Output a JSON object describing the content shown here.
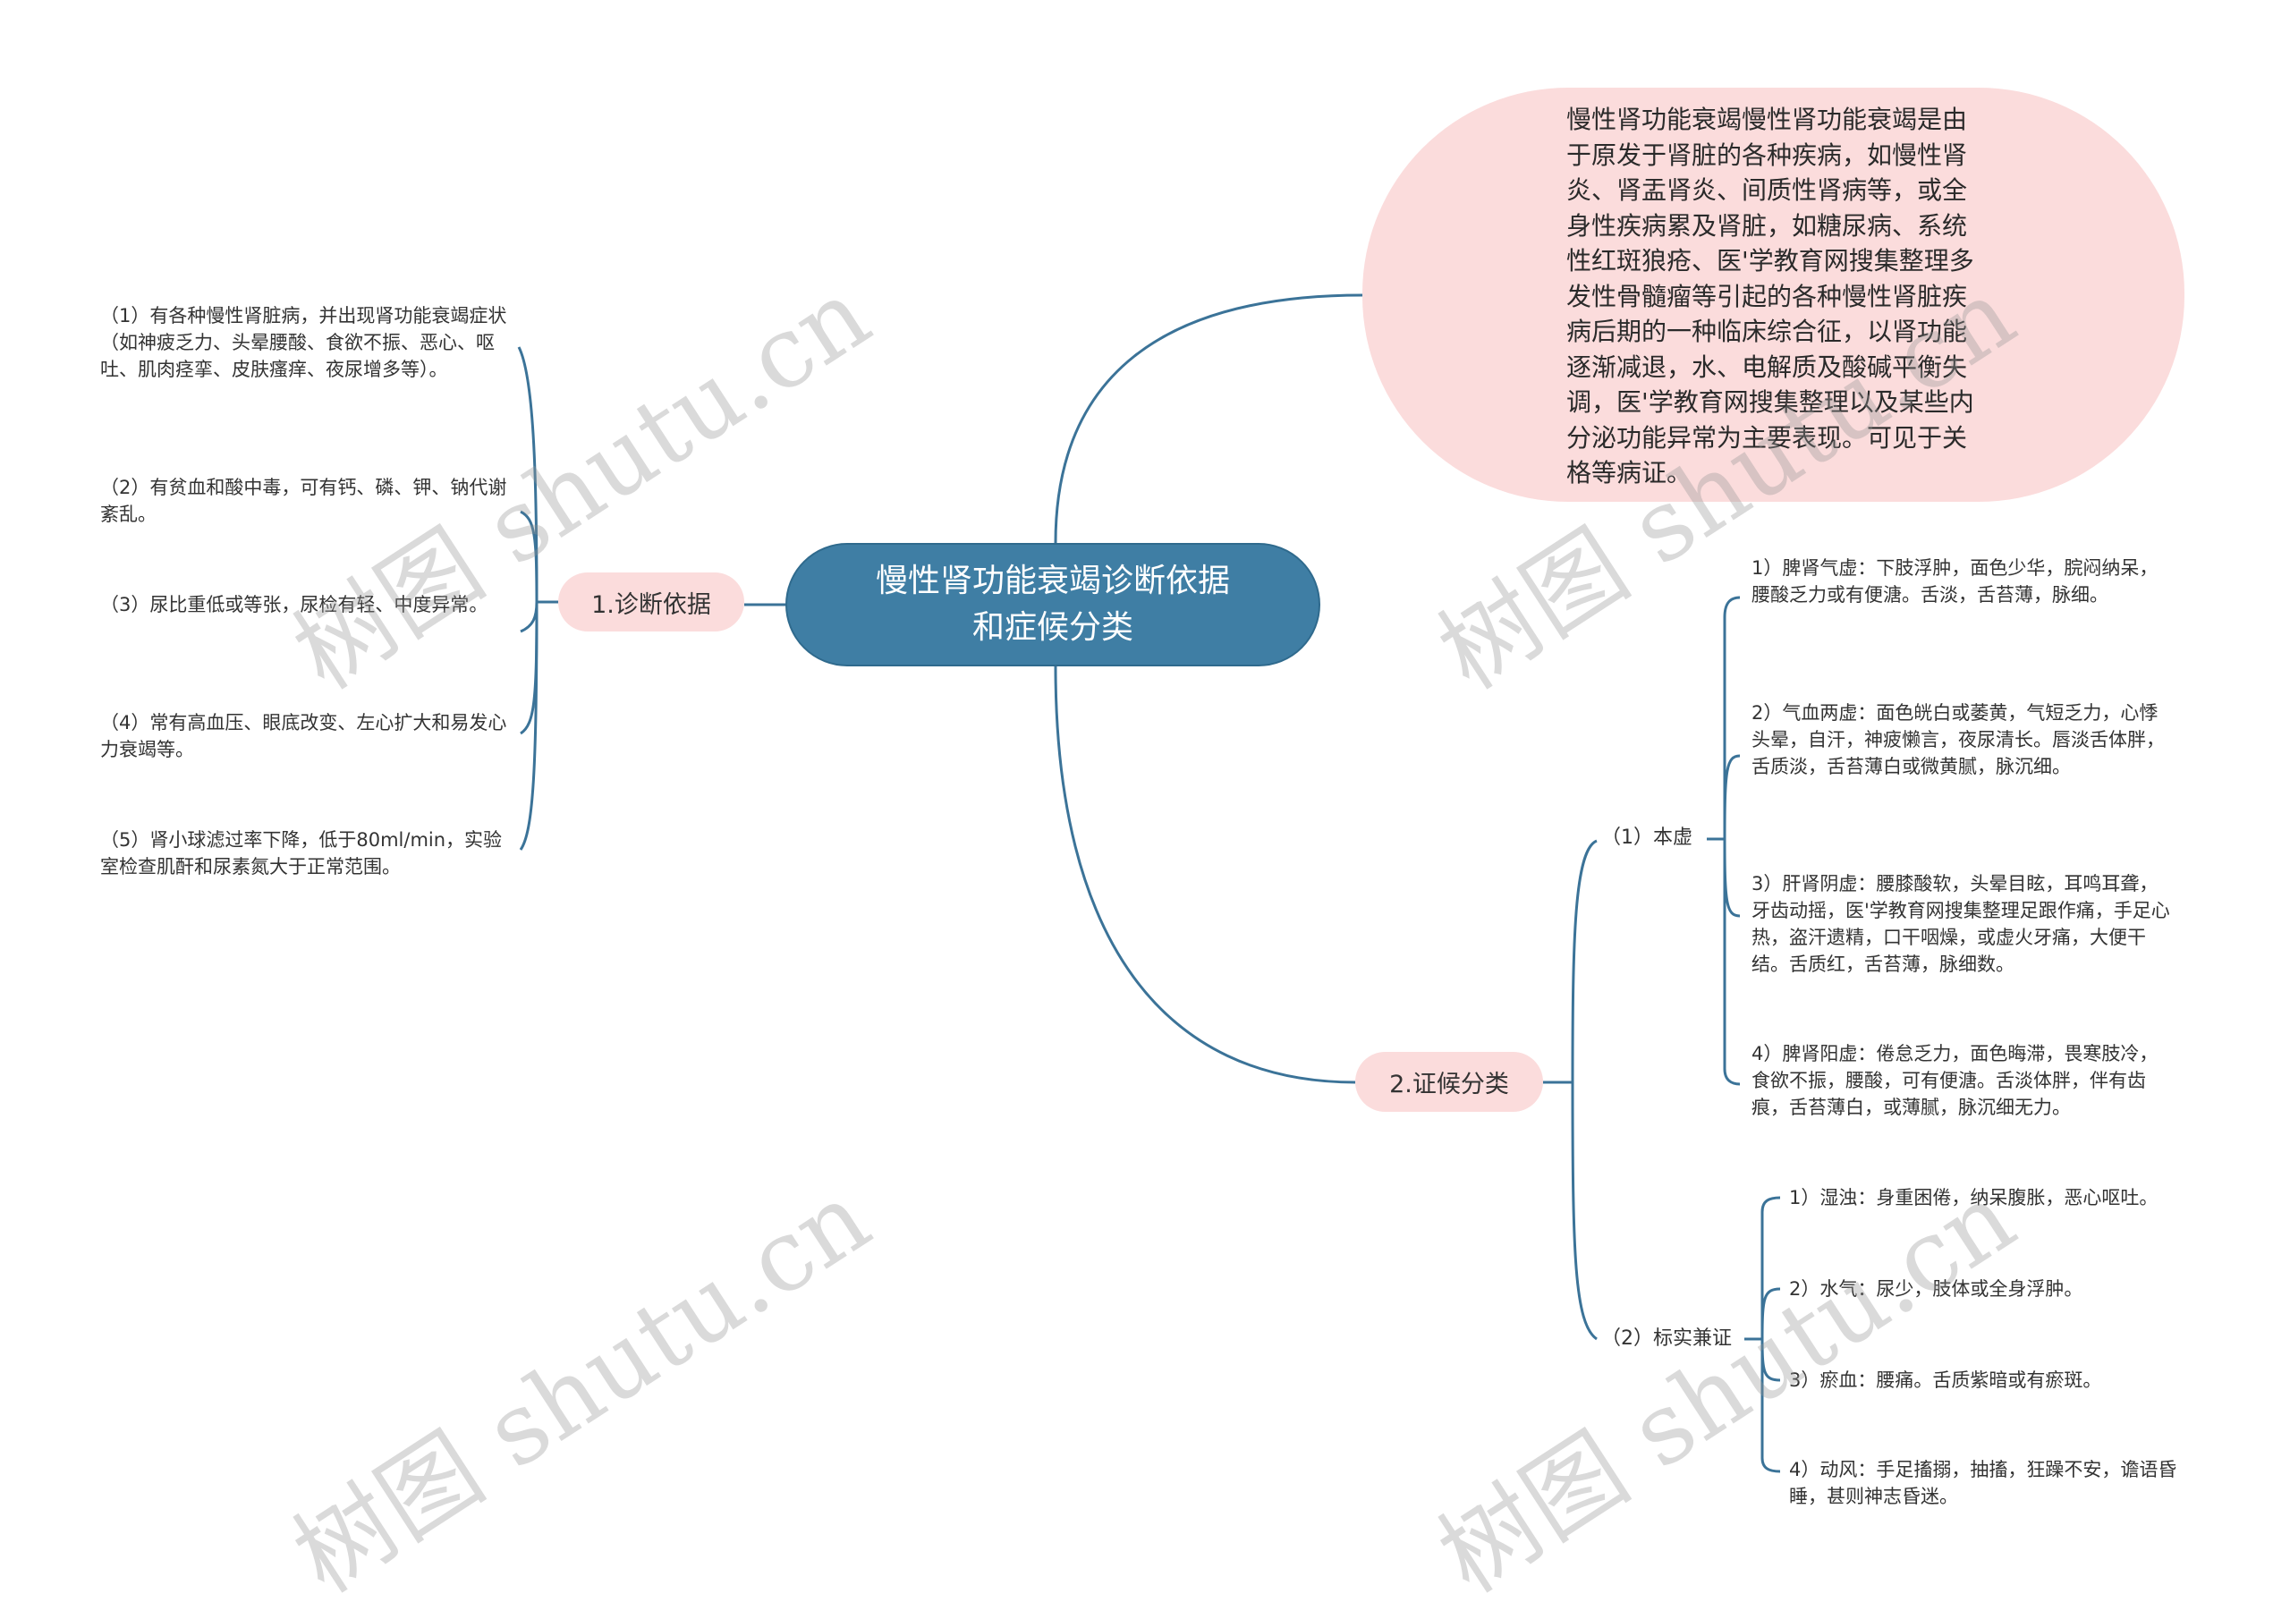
{
  "root": {
    "title": "慢性肾功能衰竭诊断依据和症候分类",
    "line1": "慢性肾功能衰竭诊断依据",
    "line2": "和症候分类"
  },
  "summary": {
    "text": "慢性肾功能衰竭慢性肾功能衰竭是由于原发于肾脏的各种疾病，如慢性肾炎、肾盂肾炎、间质性肾病等，或全身性疾病累及肾脏，如糖尿病、系统性红斑狼疮、医'学教育网搜集整理多发性骨髓瘤等引起的各种慢性肾脏疾病后期的一种临床综合征，以肾功能逐渐减退，水、电解质及酸碱平衡失调，医'学教育网搜集整理以及某些内分泌功能异常为主要表现。可见于关格等病证。"
  },
  "branches": [
    {
      "label": "1.诊断依据",
      "items": [
        "（1）有各种慢性肾脏病，并出现肾功能衰竭症状（如神疲乏力、头晕腰酸、食欲不振、恶心、呕吐、肌肉痉挛、皮肤瘙痒、夜尿增多等）。",
        "（2）有贫血和酸中毒，可有钙、磷、钾、钠代谢紊乱。",
        "（3）尿比重低或等张，尿检有轻、中度异常。",
        "（4）常有高血压、眼底改变、左心扩大和易发心力衰竭等。",
        "（5）肾小球滤过率下降，低于80ml/min，实验室检查肌酐和尿素氮大于正常范围。"
      ]
    },
    {
      "label": "2.证候分类",
      "groups": [
        {
          "label": "（1）本虚",
          "items": [
            "1）脾肾气虚：下肢浮肿，面色少华，脘闷纳呆，腰酸乏力或有便溏。舌淡，舌苔薄，脉细。",
            "2）气血两虚：面色㿠白或萎黄，气短乏力，心悸头晕，自汗，神疲懒言，夜尿清长。唇淡舌体胖，舌质淡，舌苔薄白或微黄腻，脉沉细。",
            "3）肝肾阴虚：腰膝酸软，头晕目眩，耳鸣耳聋，牙齿动摇，医'学教育网搜集整理足跟作痛，手足心热，盗汗遗精，口干咽燥，或虚火牙痛，大便干结。舌质红，舌苔薄，脉细数。",
            "4）脾肾阳虚：倦怠乏力，面色晦滞，畏寒肢冷，食欲不振，腰酸，可有便溏。舌淡体胖，伴有齿痕，舌苔薄白，或薄腻，脉沉细无力。"
          ]
        },
        {
          "label": "（2）标实兼证",
          "items": [
            "1）湿浊：身重困倦，纳呆腹胀，恶心呕吐。",
            "2）水气：尿少，肢体或全身浮肿。",
            "3）瘀血：腰痛。舌质紫暗或有瘀斑。",
            "4）动风：手足搐搦，抽搐，狂躁不安，谵语昏睡，甚则神志昏迷。"
          ]
        }
      ]
    }
  ],
  "watermark": "树图 shutu.cn",
  "colors": {
    "root_fill": "#3f7ea4",
    "branch_fill": "#fbdcdc",
    "line": "#3b7398",
    "text": "#333333"
  }
}
